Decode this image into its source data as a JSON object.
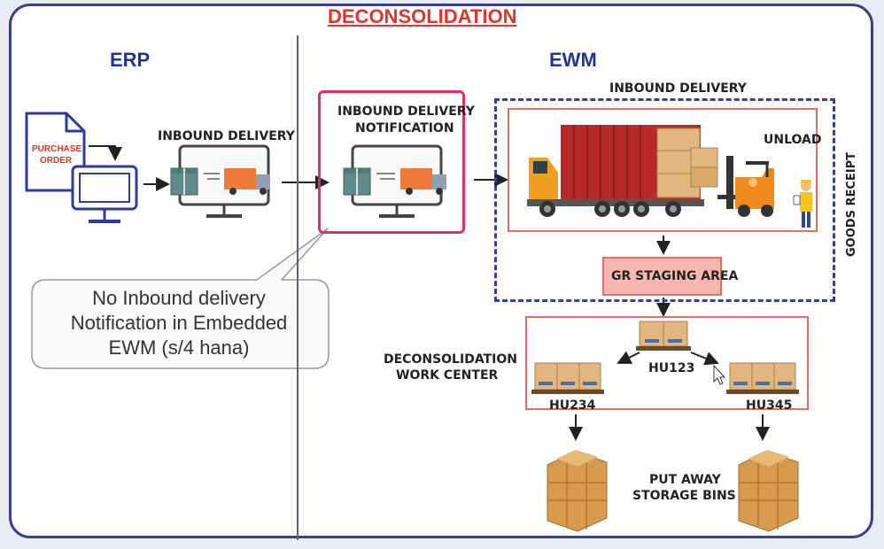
{
  "title": "DECONSOLIDATION",
  "erp": {
    "header": "ERP",
    "purchase_order": [
      "PURCHASE",
      "ORDER"
    ],
    "inbound_delivery": "INBOUND DELIVERY"
  },
  "ewm": {
    "header": "EWM",
    "notification": [
      "INBOUND  DELIVERY",
      "NOTIFICATION"
    ],
    "inbound_delivery": "INBOUND  DELIVERY",
    "unload": "UNLOAD",
    "goods_receipt": "GOODS RECEIPT",
    "gr_staging": "GR STAGING AREA",
    "decon_work_center": [
      "DECONSOLIDATION",
      "WORK CENTER"
    ],
    "hu_main": "HU123",
    "hu_left": "HU234",
    "hu_right": "HU345",
    "put_away": [
      "PUT AWAY",
      "STORAGE BINS"
    ]
  },
  "callout": {
    "lines": [
      "No Inbound delivery",
      "Notification in Embedded",
      "EWM (s/4 hana)"
    ]
  },
  "colors": {
    "title": "#e2342b",
    "header": "#22358f",
    "frame": "#3a3f8f",
    "highlight": "#e0305a",
    "staging_fill": "#f6b7b0"
  }
}
